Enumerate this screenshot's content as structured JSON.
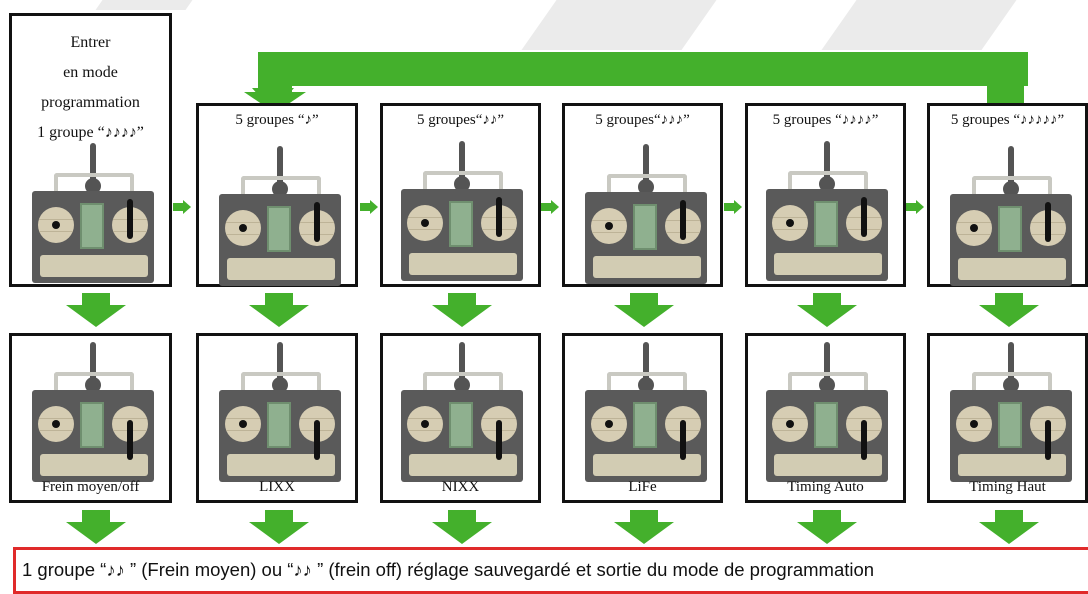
{
  "colors": {
    "arrow": "#44b02c",
    "footer_border": "#e02a2a",
    "box_border": "#111111"
  },
  "start_box": {
    "lines": [
      "Entrer",
      "en mode",
      "programmation",
      "1 groupe “♪♪♪♪”"
    ]
  },
  "top_row": [
    {
      "label": "5 groupes “♪”"
    },
    {
      "label": "5 groupes“♪♪”"
    },
    {
      "label": "5 groupes“♪♪♪”"
    },
    {
      "label": "5 groupes “♪♪♪♪”"
    },
    {
      "label": "5 groupes “♪♪♪♪♪”"
    }
  ],
  "bottom_row": [
    {
      "label": "Frein moyen/off"
    },
    {
      "label": "LIXX"
    },
    {
      "label": "NIXX"
    },
    {
      "label": "LiFe"
    },
    {
      "label": "Timing Auto"
    },
    {
      "label": "Timing Haut"
    }
  ],
  "icons": {
    "transmitter": "radio-transmitter-icon",
    "arrow_right": "arrow-right-icon",
    "arrow_down": "arrow-down-icon",
    "loop_arrow": "loop-back-arrow-icon"
  },
  "footer": {
    "text": "1 groupe “♪♪ ” (Frein moyen) ou “♪♪ ” (frein off) réglage sauvegardé et sortie du mode de programmation"
  }
}
